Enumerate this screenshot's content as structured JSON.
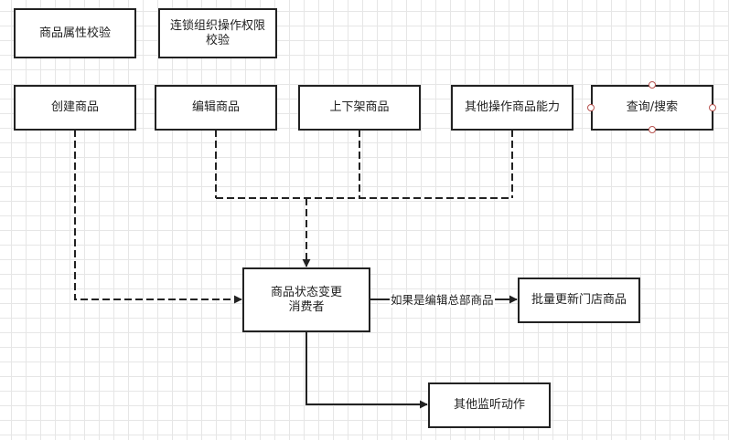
{
  "diagram": {
    "nodes": {
      "attr_check": "商品属性校验",
      "chain_perm_check": "连锁组织操作权限\n校验",
      "create": "创建商品",
      "edit": "编辑商品",
      "shelf": "上下架商品",
      "other_ops": "其他操作商品能力",
      "query": "查询/搜索",
      "consumer": "商品状态变更\n消费者",
      "batch_update": "批量更新门店商品",
      "other_listen": "其他监听动作"
    },
    "edge_labels": {
      "consumer_to_batch": "如果是编辑总部商品"
    },
    "colors": {
      "stroke": "#222222",
      "grid": "#e6e6e6",
      "handle": "#b85450"
    }
  }
}
